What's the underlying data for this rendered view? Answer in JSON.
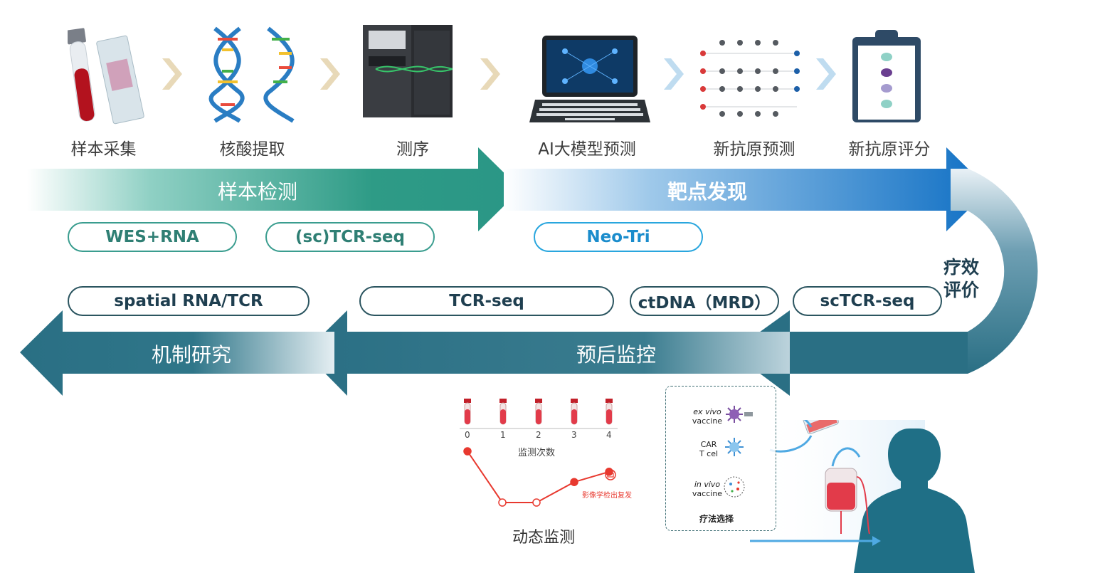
{
  "steps": [
    {
      "label": "样本采集",
      "icon": "blood-tube-slide-icon"
    },
    {
      "label": "核酸提取",
      "icon": "dna-helix-icon"
    },
    {
      "label": "测序",
      "icon": "sequencer-icon"
    },
    {
      "label": "AI大模型预测",
      "icon": "laptop-ai-icon"
    },
    {
      "label": "新抗原预测",
      "icon": "peptide-network-icon"
    },
    {
      "label": "新抗原评分",
      "icon": "clipboard-icon"
    }
  ],
  "bands": {
    "sample": "样本检测",
    "target": "靶点发现",
    "efficacy_line1": "疗效",
    "efficacy_line2": "评价",
    "mechanism": "机制研究",
    "prognosis": "预后监控"
  },
  "pills": {
    "wes": "WES+RNA",
    "sctcr_top": "(sc)TCR-seq",
    "neotri": "Neo-Tri",
    "spatial": "spatial RNA/TCR",
    "tcrseq": "TCR-seq",
    "ctdna": "ctDNA（MRD）",
    "sctcr": "scTCR-seq"
  },
  "monitor": {
    "tube_labels": [
      "0",
      "1",
      "2",
      "3",
      "4"
    ],
    "axis_label": "监测次数",
    "relapse_label": "影像学检出复发",
    "title": "动态监测",
    "levels": [
      1.0,
      0.0,
      0.0,
      0.4,
      0.6
    ]
  },
  "therapy": {
    "exvivo_line1": "ex vivo",
    "exvivo_line2": "vaccine",
    "car_line1": "CAR",
    "car_line2": "T cel",
    "invivo_line1": "in vivo",
    "invivo_line2": "vaccine",
    "title": "疗法选择"
  },
  "colors": {
    "green_band": "#2e9b86",
    "blue_band": "#0f6fc4",
    "teal_band": "#2a6f84",
    "accent_red": "#e8392f",
    "chevron_gold": "#e8d9b8",
    "chevron_blue": "#bfdcf0"
  }
}
